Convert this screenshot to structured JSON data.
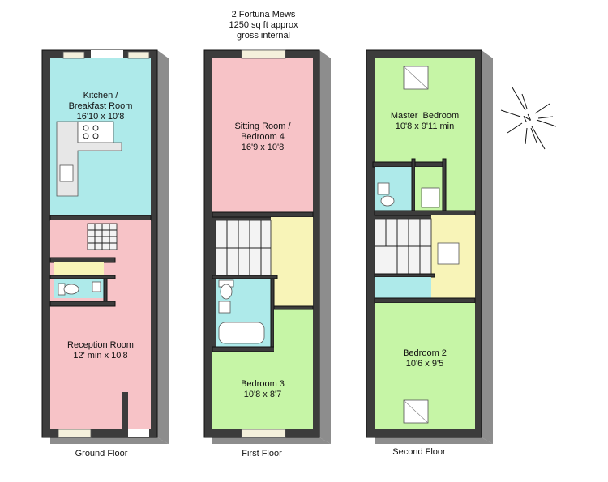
{
  "header": {
    "address": "2 Fortuna Mews",
    "area": "1250 sq ft approx",
    "basis": "gross internal"
  },
  "floors": {
    "ground": {
      "label": "Ground Floor",
      "rooms": {
        "kitchen": {
          "name_line1": "Kitchen /",
          "name_line2": "Breakfast Room",
          "size": "16'10 x 10'8"
        },
        "reception": {
          "name": "Reception Room",
          "size": "12' min x 10'8"
        }
      }
    },
    "first": {
      "label": "First Floor",
      "rooms": {
        "sitting": {
          "name_line1": "Sitting Room /",
          "name_line2": "Bedroom 4",
          "size": "16'9 x 10'8"
        },
        "bedroom3": {
          "name": "Bedroom 3",
          "size": "10'8 x 8'7"
        }
      }
    },
    "second": {
      "label": "Second Floor",
      "rooms": {
        "master": {
          "name": "Master  Bedroom",
          "size": "10'8 x 9'11 min"
        },
        "bedroom2": {
          "name": "Bedroom 2",
          "size": "10'6 x 9'5"
        }
      }
    }
  },
  "compass": {
    "letter": "N"
  },
  "colors": {
    "kitchen": "#aeeaea",
    "reception": "#f7c3c7",
    "bathroom": "#aeeaea",
    "landing": "#f8f4b8",
    "bedroom": "#c6f5a6",
    "wall": "#3c3c3c"
  }
}
